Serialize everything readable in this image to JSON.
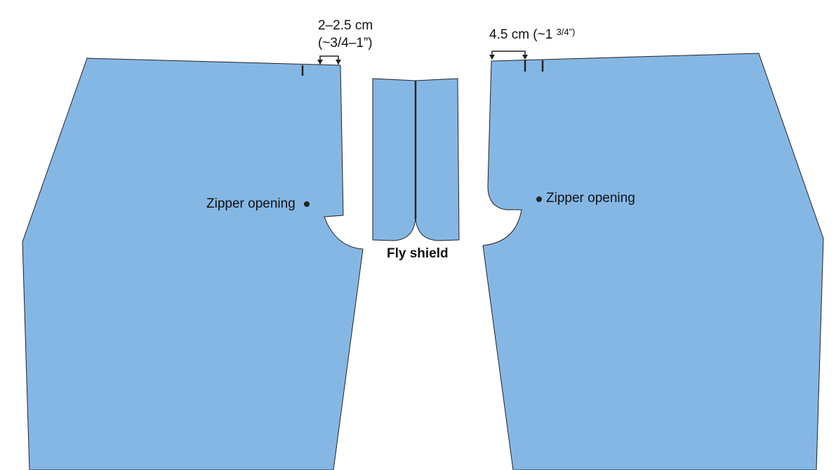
{
  "colors": {
    "fabric": "#85b7e5",
    "outline": "#222222"
  },
  "left_piece": {
    "measure_line1": "2–2.5 cm",
    "measure_line2": "(~3/4–1”)",
    "zipper_label": "Zipper opening"
  },
  "fly_shield": {
    "label": "Fly shield"
  },
  "right_piece": {
    "measure_main": "4.5 cm (~1 ",
    "measure_fraction": "3/4”)",
    "zipper_label": "Zipper opening"
  }
}
